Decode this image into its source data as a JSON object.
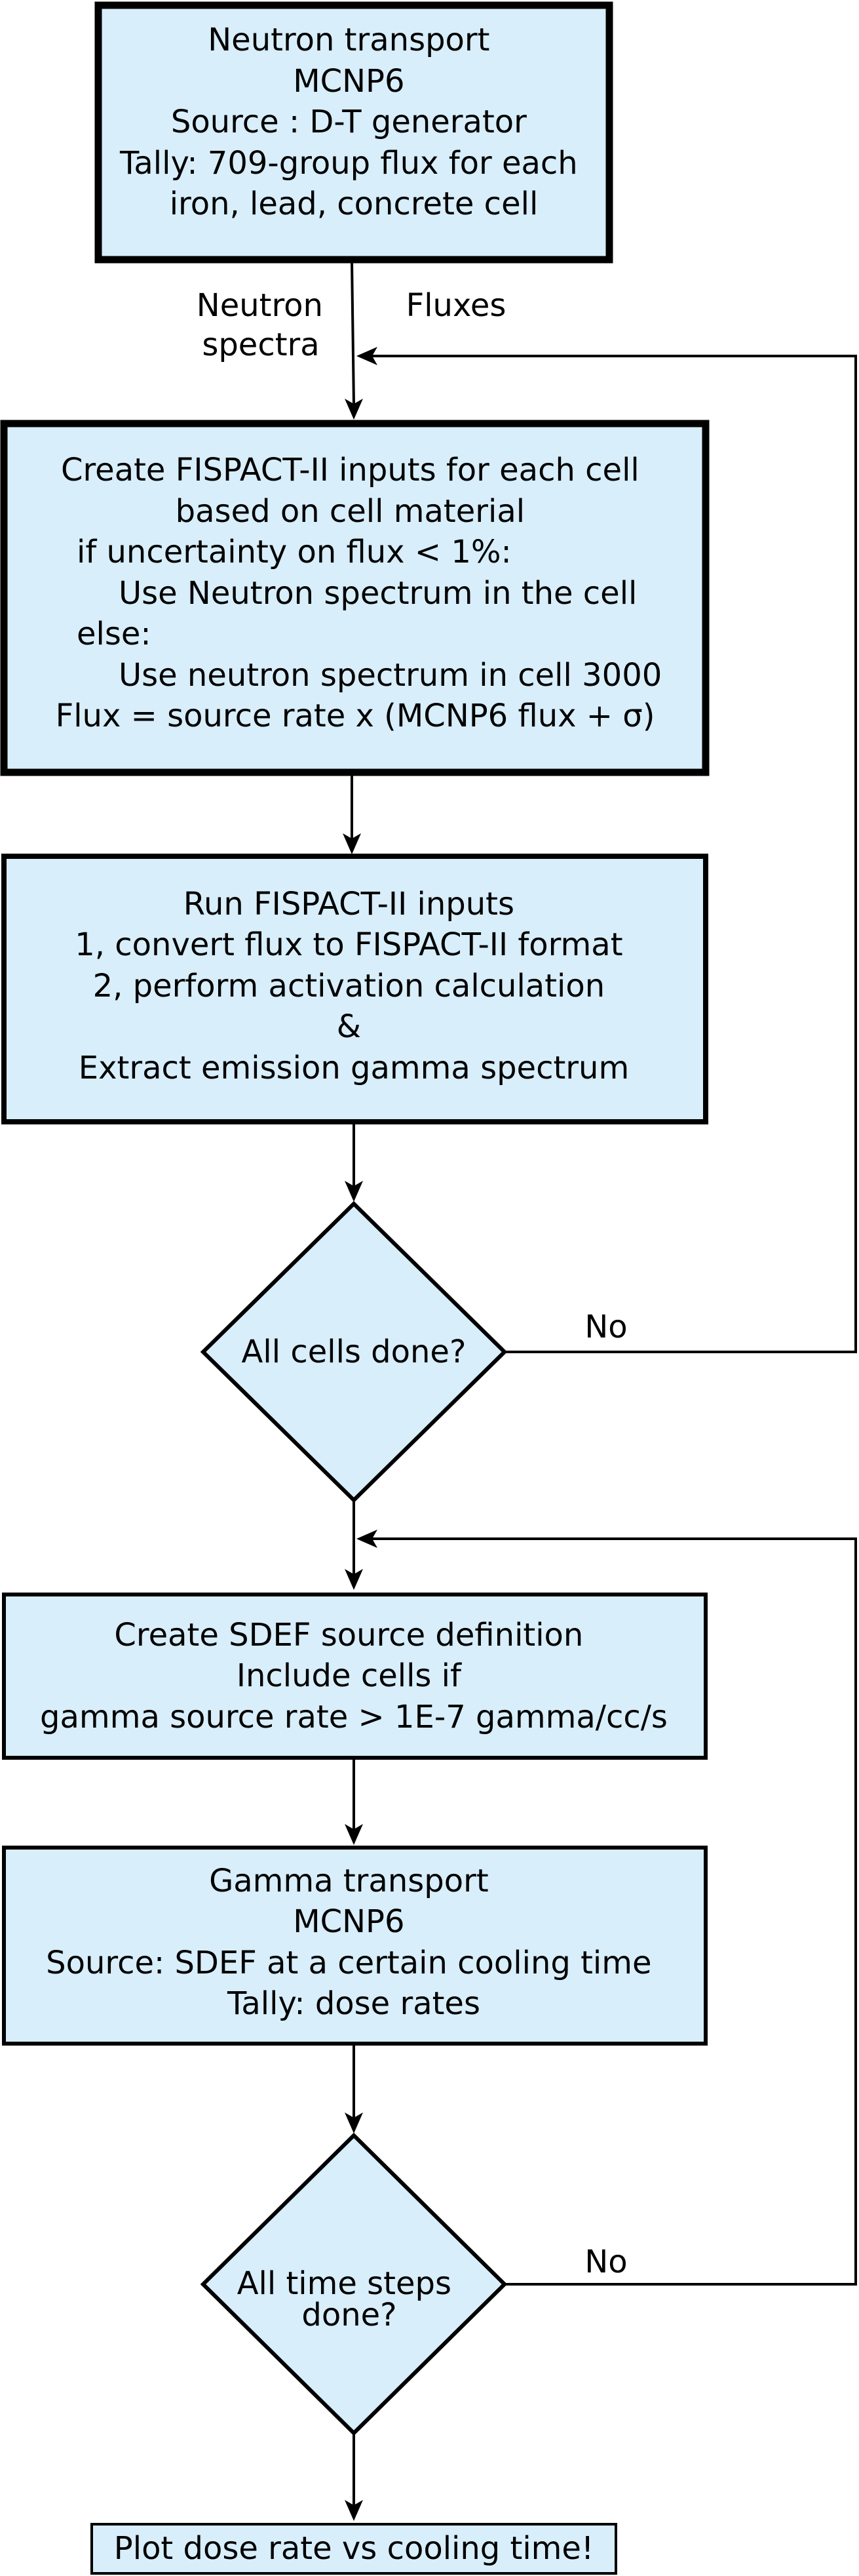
{
  "colors": {
    "box_fill": "#d8eefa",
    "stroke": "#000000",
    "text": "#000000",
    "background": "#ffffff"
  },
  "nodes": {
    "neutron_transport": {
      "lines": [
        "Neutron transport",
        "MCNP6",
        "Source : D-T generator",
        "Tally: 709-group flux for each",
        "iron, lead, concrete cell"
      ]
    },
    "create_fispact_inputs": {
      "lines": [
        "Create FISPACT-II inputs for each cell",
        "based on cell material",
        "if uncertainty on flux < 1%:",
        "Use Neutron spectrum in the cell",
        "else:",
        "Use neutron spectrum in cell 3000",
        "Flux = source rate x (MCNP6 flux + σ)"
      ]
    },
    "run_fispact": {
      "lines": [
        "Run FISPACT-II inputs",
        "1, convert flux to FISPACT-II format",
        "2, perform activation calculation",
        "&",
        "Extract emission gamma spectrum"
      ]
    },
    "cells_decision": {
      "lines": [
        "All cells done?"
      ]
    },
    "create_sdef": {
      "lines": [
        "Create SDEF source definition",
        "Include cells if",
        "gamma source rate > 1E-7 gamma/cc/s"
      ]
    },
    "gamma_transport": {
      "lines": [
        "Gamma transport",
        "MCNP6",
        "Source: SDEF at a certain cooling time",
        "Tally: dose rates"
      ]
    },
    "time_decision": {
      "lines": [
        "All time steps",
        "done?"
      ]
    },
    "plot_dose": {
      "lines": [
        "Plot dose rate vs cooling time!"
      ]
    }
  },
  "edge_labels": {
    "neutron_spectra": [
      "Neutron",
      "spectra"
    ],
    "fluxes": "Fluxes",
    "cells_no": "No",
    "time_no": "No"
  }
}
